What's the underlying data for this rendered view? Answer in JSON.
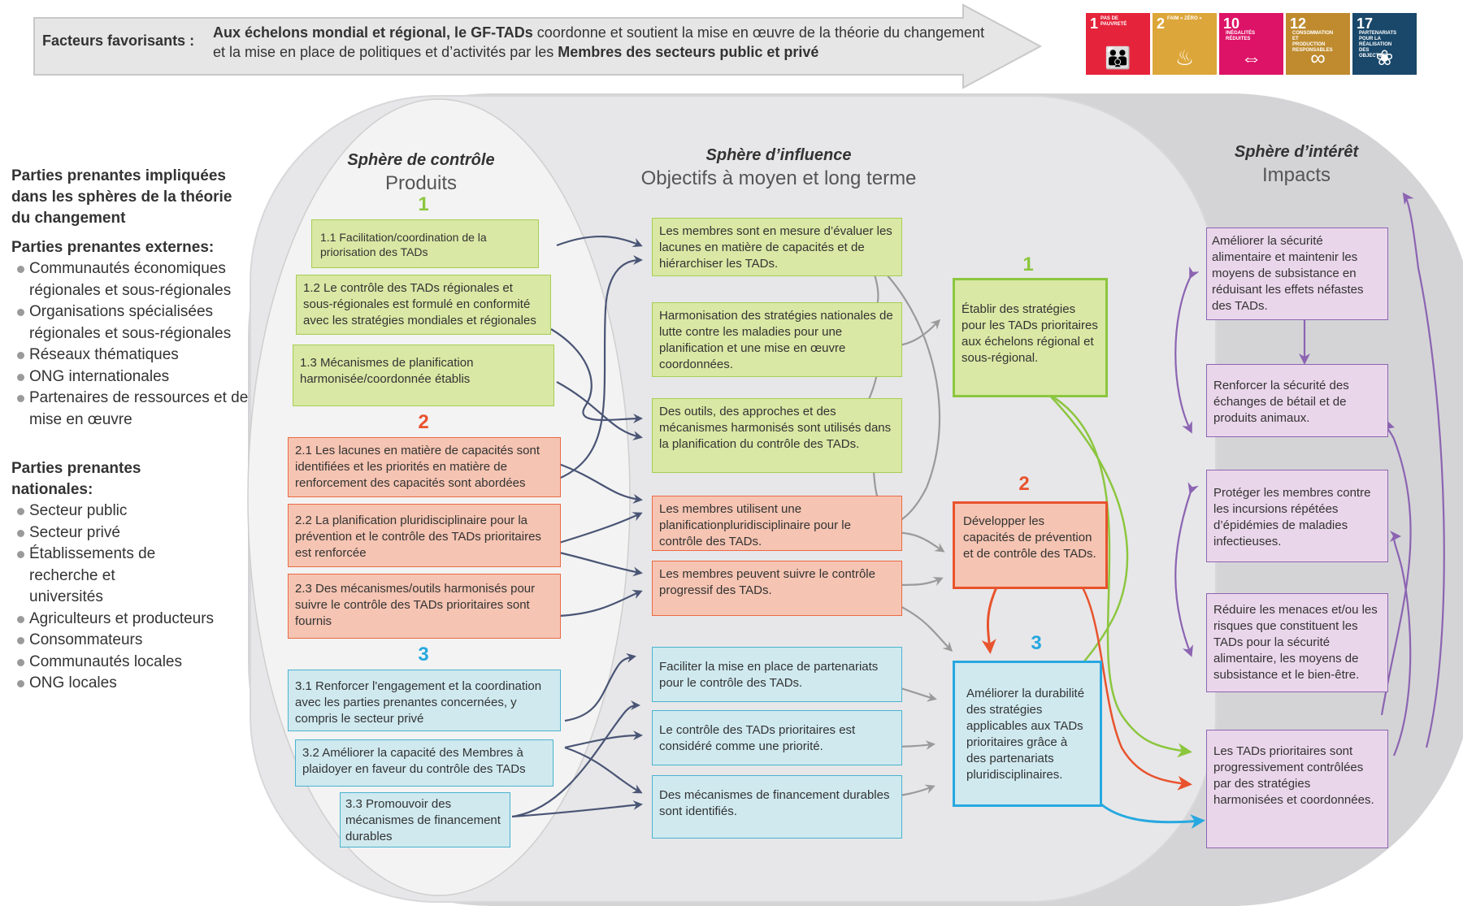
{
  "banner": {
    "label": "Facteurs favorisants :",
    "text_bold_1": "Aux échelons mondial et régional, le GF-TADs",
    "text_1": " coordonne et soutient la mise en œuvre de la théorie du changement et la mise en place de politiques et d’activités par les ",
    "text_bold_2": "Membres des secteurs public et privé"
  },
  "sdgs": [
    {
      "num": "1",
      "label": "Pas de pauvreté",
      "icon": "family-icon",
      "glyph": "👪",
      "color": "#e5243b"
    },
    {
      "num": "2",
      "label": "Faim « zéro »",
      "icon": "bowl-icon",
      "glyph": "♨",
      "color": "#dda63a"
    },
    {
      "num": "10",
      "label": "Inégalités réduites",
      "icon": "equality-icon",
      "glyph": "⇔",
      "color": "#dd1367"
    },
    {
      "num": "12",
      "label": "Consommation et production responsables",
      "icon": "infinity-icon",
      "glyph": "∞",
      "color": "#bf8b2e"
    },
    {
      "num": "17",
      "label": "Partenariats pour la réalisation des objectifs",
      "icon": "flower-icon",
      "glyph": "❀",
      "color": "#19486a"
    }
  ],
  "stakeholders": {
    "heading": "Parties prenantes impliquées dans les sphères de la théorie du changement",
    "external_heading": "Parties prenantes externes:",
    "external": [
      "Communautés économiques régionales et sous-régionales",
      "Organisations spécialisées régionales et sous-régionales",
      "Réseaux thématiques",
      "ONG internationales",
      "Partenaires de ressources et de mise en œuvre"
    ],
    "national_heading": "Parties prenantes nationales:",
    "national": [
      "Secteur public",
      "Secteur privé",
      "Établissements de recherche et universités",
      "Agriculteurs et producteurs",
      "Consommateurs",
      "Communautés locales",
      "ONG locales"
    ]
  },
  "spheres": {
    "control": {
      "title": "Sphère de contrôle",
      "subtitle": "Produits"
    },
    "influence": {
      "title": "Sphère d’influence",
      "subtitle": "Objectifs à moyen et long terme"
    },
    "interest": {
      "title": "Sphère d’intérêt",
      "subtitle": "Impacts"
    }
  },
  "group_numbers": [
    "1",
    "2",
    "3"
  ],
  "outputs": [
    "1.1 Facilitation/coordination de la priorisation des TADs",
    "1.2 Le contrôle des TADs régionales et sous-régionales est formulé en conformité avec les stratégies mondiales et régionales",
    "1.3 Mécanismes de planification harmonisée/coordonnée établis",
    "2.1 Les lacunes en matière de capacités sont identifiées et les priorités en matière de renforcement des capacités sont abordées",
    "2.2 La planification pluridisciplinaire pour la prévention et le contrôle des TADs prioritaires est renforcée",
    "2.3 Des mécanismes/outils harmonisés pour suivre le contrôle des TADs prioritaires sont fournis",
    "3.1 Renforcer l'engagement et la coordination avec les parties prenantes concernées, y compris le secteur privé",
    "3.2 Améliorer la capacité des Membres à plaidoyer en faveur du contrôle des TADs",
    "3.3 Promouvoir des mécanismes de financement durables"
  ],
  "intermediate": [
    "Les membres sont en mesure d’évaluer les lacunes en matière de capacités et de hiérarchiser les TADs.",
    "Harmonisation des stratégies nationales de lutte contre les maladies pour une planification et une mise en œuvre coordonnées.",
    "Des outils, des approches et des mécanismes harmonisés sont utilisés dans la planification du contrôle des TADs.",
    "Les membres utilisent une planificationpluridisciplinaire pour le contrôle des TADs.",
    "Les membres peuvent suivre le contrôle progressif des TADs.",
    "Faciliter la mise en place de partenariats pour le contrôle des TADs.",
    "Le contrôle des TADs prioritaires est considéré comme une priorité.",
    "Des mécanismes de financement durables sont identifiés."
  ],
  "objectives": [
    "Établir des stratégies pour les TADs prioritaires aux échelons régional et sous-régional.",
    "Développer les capacités de prévention et de contrôle des TADs.",
    "Améliorer la durabilité des stratégies applicables aux TADs prioritaires grâce à des partenariats pluridisciplinaires."
  ],
  "impacts": [
    "Améliorer la sécurité alimentaire et maintenir les moyens de subsistance en réduisant les effets néfastes des TADs.",
    "Renforcer la sécurité des échanges de bétail et de produits animaux.",
    "Protéger les membres contre les incursions répétées d’épidémies de maladies infectieuses.",
    "Réduire les menaces et/ou les risques que constituent les TADs pour la sécurité alimentaire, les moyens de subsistance et le bien-être.",
    "Les TADs prioritaires sont progressivement contrôlées par des stratégies harmonisées et coordonnées."
  ],
  "colors": {
    "green": "#8cc63f",
    "orange": "#e8532d",
    "blue": "#27a8e0",
    "purple": "#8c64b2",
    "gray_arrow": "#9a9a9a",
    "navy_arrow": "#4a5575"
  }
}
